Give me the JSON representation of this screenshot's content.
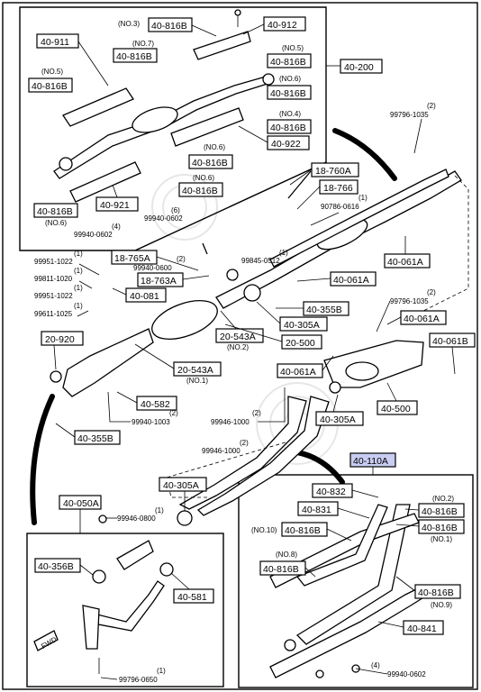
{
  "parts": [
    {
      "id": "p1",
      "label": "40-816B",
      "note_above": "(NO.3)"
    },
    {
      "id": "p2",
      "label": "40-912"
    },
    {
      "id": "p3",
      "label": "40-911"
    },
    {
      "id": "p4",
      "label": "40-816B",
      "note_above": "(NO.7)"
    },
    {
      "id": "p5",
      "label": "40-816B",
      "note_above": "(NO.5)"
    },
    {
      "id": "p6",
      "label": "40-200"
    },
    {
      "id": "p7",
      "label": "40-816B",
      "note_above": "(NO.5)"
    },
    {
      "id": "p8",
      "label": "40-816B",
      "note_above": "(NO.6)"
    },
    {
      "id": "p9",
      "label": "40-816B",
      "note_above": "(NO.4)"
    },
    {
      "id": "p10",
      "label": "40-922",
      "note_above": "(NO.6)"
    },
    {
      "id": "p11",
      "label": "40-816B",
      "note_above": "(NO.6)"
    },
    {
      "id": "p12",
      "label": "40-921"
    },
    {
      "id": "p13",
      "label": "40-816B"
    },
    {
      "id": "p14",
      "label": "40-816B",
      "note_below": "(NO.6)"
    },
    {
      "id": "p15",
      "label": "18-760A"
    },
    {
      "id": "p16",
      "label": "18-766"
    },
    {
      "id": "p17",
      "label": "40-061A"
    },
    {
      "id": "p18",
      "label": "18-765A"
    },
    {
      "id": "p19",
      "label": "18-763A"
    },
    {
      "id": "p20",
      "label": "40-061A"
    },
    {
      "id": "p21",
      "label": "40-081"
    },
    {
      "id": "p22",
      "label": "40-355B"
    },
    {
      "id": "p23",
      "label": "40-305A"
    },
    {
      "id": "p24",
      "label": "40-061A"
    },
    {
      "id": "p25",
      "label": "20-920"
    },
    {
      "id": "p26",
      "label": "20-543A",
      "note_below": "(NO.2)"
    },
    {
      "id": "p27",
      "label": "20-500"
    },
    {
      "id": "p28",
      "label": "40-061B"
    },
    {
      "id": "p29",
      "label": "20-543A",
      "note_below": "(NO.1)"
    },
    {
      "id": "p30",
      "label": "40-061A"
    },
    {
      "id": "p31",
      "label": "40-582"
    },
    {
      "id": "p32",
      "label": "40-500"
    },
    {
      "id": "p33",
      "label": "40-305A"
    },
    {
      "id": "p34",
      "label": "40-355B"
    },
    {
      "id": "p35",
      "label": "40-110A"
    },
    {
      "id": "p36",
      "label": "40-305A"
    },
    {
      "id": "p37",
      "label": "40-832"
    },
    {
      "id": "p38",
      "label": "40-831"
    },
    {
      "id": "p39",
      "label": "40-816B",
      "note_right": "(NO.2)"
    },
    {
      "id": "p40",
      "label": "40-816B",
      "note_right": "(NO.1)"
    },
    {
      "id": "p41",
      "label": "40-050A"
    },
    {
      "id": "p42",
      "label": "40-816B",
      "note_left": "(NO.10)"
    },
    {
      "id": "p43",
      "label": "40-356B"
    },
    {
      "id": "p44",
      "label": "40-816B",
      "note_above": "(NO.8)"
    },
    {
      "id": "p45",
      "label": "40-581"
    },
    {
      "id": "p46",
      "label": "40-816B",
      "note_below": "(NO.9)"
    },
    {
      "id": "p47",
      "label": "40-841"
    }
  ],
  "fasteners": [
    {
      "id": "f1",
      "qty": "(2)",
      "code": "99796-1035"
    },
    {
      "id": "f2",
      "qty": "(1)",
      "code": "90786-0616"
    },
    {
      "id": "f3",
      "qty": "(6)",
      "code": "99940-0602"
    },
    {
      "id": "f4",
      "qty": "(4)",
      "code": "99940-0602"
    },
    {
      "id": "f5",
      "qty": "(1)",
      "code": "99845-0512"
    },
    {
      "id": "f6",
      "qty": "(2)",
      "code": "99940-0600"
    },
    {
      "id": "f7",
      "qty": "(1)",
      "code": "99951-1022"
    },
    {
      "id": "f8",
      "qty": "(1)",
      "code": "99811-1020"
    },
    {
      "id": "f9",
      "qty": "(1)",
      "code": "99951-1022"
    },
    {
      "id": "f10",
      "qty": "(1)",
      "code": "99611-1025"
    },
    {
      "id": "f11",
      "qty": "(2)",
      "code": "99796-1035"
    },
    {
      "id": "f12",
      "qty": "(2)",
      "code": "99940-1003"
    },
    {
      "id": "f13",
      "qty": "(2)",
      "code": "99946-1000"
    },
    {
      "id": "f14",
      "qty": "(2)",
      "code": "99946-1000"
    },
    {
      "id": "f15",
      "qty": "(1)",
      "code": "99946-0800"
    },
    {
      "id": "f16",
      "qty": "(4)",
      "code": "99940-0602"
    },
    {
      "id": "f17",
      "qty": "(1)",
      "code": "99796-0650"
    }
  ],
  "colors": {
    "highlight": "#c9cdf2",
    "line": "#000000",
    "watermark": "#b9b9b9"
  }
}
